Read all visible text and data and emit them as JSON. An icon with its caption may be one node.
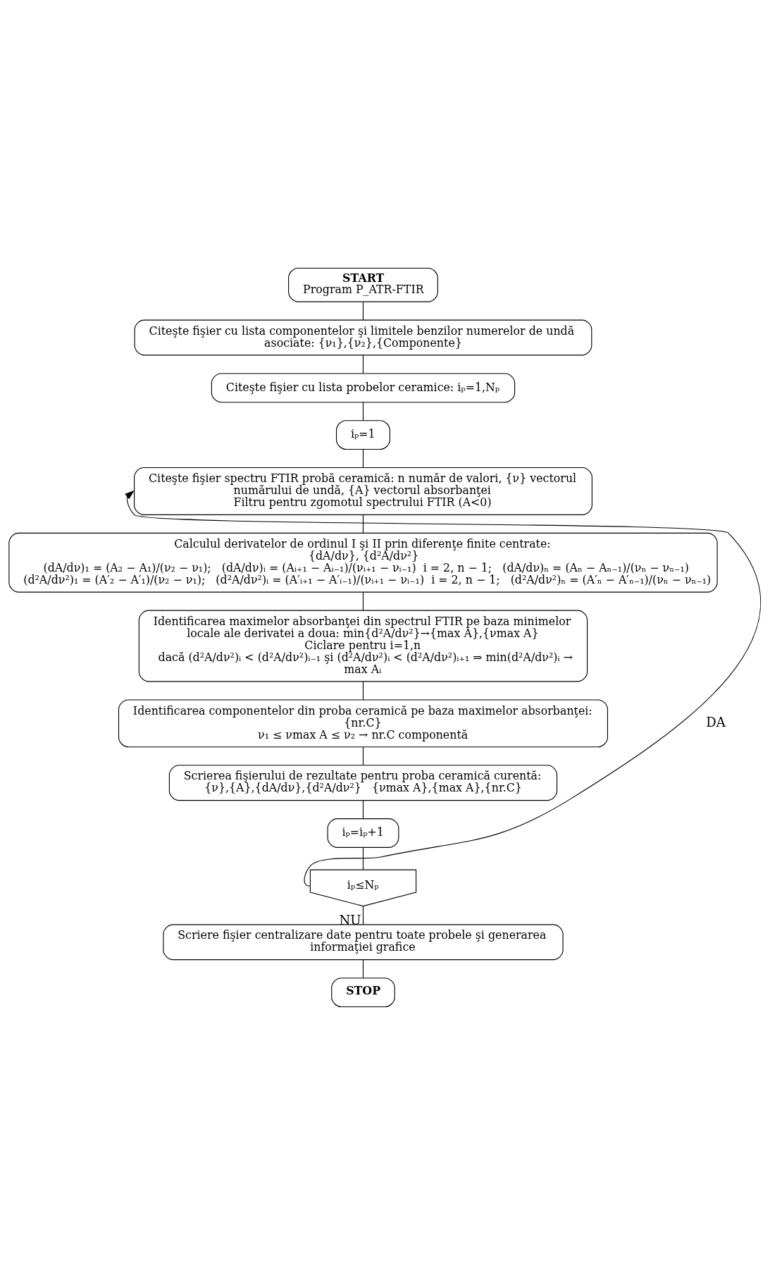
{
  "diagram": {
    "nodes": [
      {
        "text": [
          "START",
          "Program P_ATR-FTIR"
        ]
      },
      {
        "text": [
          "Citeşte fişier cu lista componentelor şi limitele benzilor numerelor de undă asociate: {ν₁},{ν₂},{Componente}"
        ]
      },
      {
        "text": [
          "Citeşte fişier cu lista probelor ceramice: iₚ=1,Nₚ"
        ]
      },
      {
        "text": [
          "iₚ=1"
        ]
      },
      {
        "text": [
          "Citeşte fişier spectru FTIR probă ceramică: n număr de valori, {ν} vectorul numărului de undă, {A} vectorul absorbanţei",
          "Filtru pentru zgomotul spectrului FTIR (A<0)"
        ]
      },
      {
        "text": [
          "Calculul derivatelor de ordinul I şi II prin diferenţe finite centrate: {dA/dν}, {d²A/dν²}",
          "(dA/dν)₁ = (A₂ − A₁)/(ν₂ − ν₁);   (dA/dν)ᵢ = (Aᵢ₊₁ − Aᵢ₋₁)/(νᵢ₊₁ − νᵢ₋₁)  i = 2, n − 1;   (dA/dν)ₙ = (Aₙ − Aₙ₋₁)/(νₙ − νₙ₋₁)",
          "(d²A/dν²)₁ = (A′₂ − A′₁)/(ν₂ − ν₁);   (d²A/dν²)ᵢ = (A′ᵢ₊₁ − A′ᵢ₋₁)/(νᵢ₊₁ − νᵢ₋₁)  i = 2, n − 1;   (d²A/dν²)ₙ = (A′ₙ − A′ₙ₋₁)/(νₙ − νₙ₋₁)"
        ]
      },
      {
        "text": [
          "Identificarea maximelor absorbanţei din spectrul FTIR pe baza minimelor locale ale derivatei a doua: min{d²A/dν²}→{max A},{νmax A}",
          "Ciclare pentru i=1,n",
          "dacă (d²A/dν²)ᵢ < (d²A/dν²)ᵢ₋₁ şi (d²A/dν²)ᵢ < (d²A/dν²)ᵢ₊₁ ⇒ min(d²A/dν²)ᵢ → max Aᵢ"
        ]
      },
      {
        "text": [
          "Identificarea componentelor din proba ceramică pe baza maximelor absorbanţei: {nr.C}",
          "ν₁ ≤ νmax A ≤ ν₂ → nr.C componentă"
        ]
      },
      {
        "text": [
          "Scrierea fişierului de rezultate pentru proba ceramică curentă:",
          "{ν},{A},{dA/dν},{d²A/dν²}   {νmax A},{max A},{nr.C}"
        ]
      },
      {
        "text": [
          "iₚ=iₚ+1"
        ]
      },
      {
        "text": [
          "iₚ≤Nₚ"
        ]
      },
      {
        "text": [
          "Scriere fişier centralizare date pentru toate probele şi generarea informaţiei grafice"
        ]
      },
      {
        "text": [
          "STOP"
        ]
      }
    ],
    "edges": [
      {
        "from": 0,
        "to": 1,
        "arrow": "none"
      },
      {
        "from": 1,
        "to": 2,
        "arrow": "none"
      },
      {
        "from": 2,
        "to": 3,
        "arrow": "none"
      },
      {
        "from": 3,
        "to": 4,
        "arrow": "none"
      },
      {
        "from": 4,
        "to": 5,
        "arrow": "none"
      },
      {
        "from": 5,
        "to": 6,
        "arrow": "none"
      },
      {
        "from": 6,
        "to": 7,
        "arrow": "none"
      },
      {
        "from": 7,
        "to": 8,
        "arrow": "none"
      },
      {
        "from": 8,
        "to": 9,
        "arrow": "none"
      },
      {
        "from": 9,
        "to": 10,
        "arrow": "none"
      },
      {
        "from": 10,
        "to": 4,
        "arrow": "to",
        "label": "DA"
      },
      {
        "from": 10,
        "to": 11,
        "arrow": "none",
        "label": "NU"
      },
      {
        "from": 11,
        "to": 12,
        "arrow": "none"
      }
    ]
  }
}
